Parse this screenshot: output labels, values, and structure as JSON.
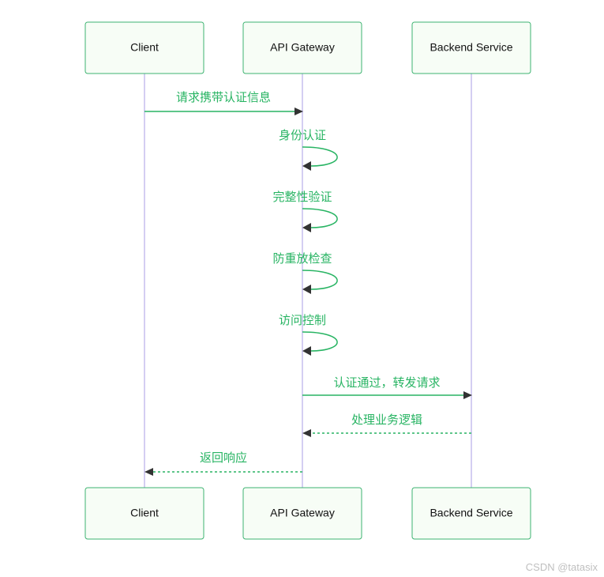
{
  "participants": {
    "client": "Client",
    "gateway": "API Gateway",
    "backend": "Backend Service"
  },
  "messages": {
    "request_with_auth": "请求携带认证信息",
    "identity_auth": "身份认证",
    "integrity_check": "完整性验证",
    "replay_protection": "防重放检查",
    "access_control": "访问控制",
    "forward_request": "认证通过，转发请求",
    "process_logic": "处理业务逻辑",
    "return_response": "返回响应"
  },
  "watermark": "CSDN @tatasix",
  "colors": {
    "message": "#28b463",
    "box_border": "#3cb371",
    "box_fill": "#f7fdf6",
    "lifeline": "#c9c2ef",
    "arrowhead": "#333333"
  }
}
